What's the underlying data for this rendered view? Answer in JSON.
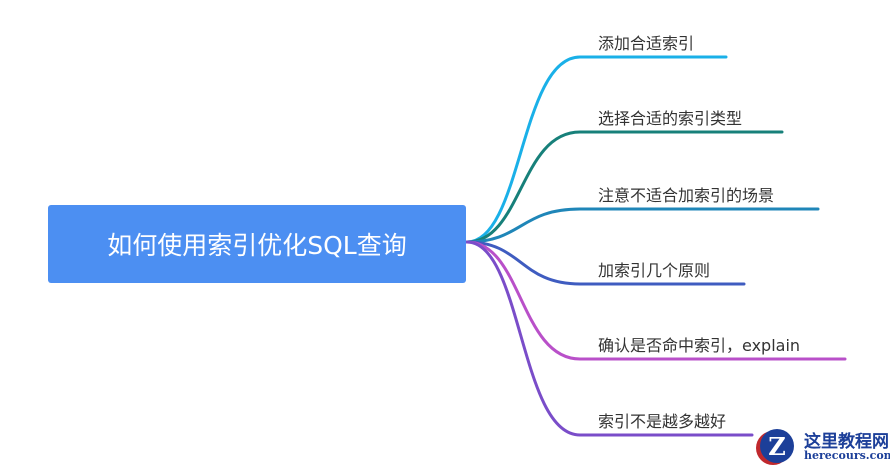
{
  "root": {
    "label": "如何使用索引优化SQL查询",
    "color": "#4c8ff2"
  },
  "branches": [
    {
      "label": "添加合适索引",
      "color": "#1ab0e8"
    },
    {
      "label": "选择合适的索引类型",
      "color": "#17807a"
    },
    {
      "label": "注意不适合加索引的场景",
      "color": "#1f86b8"
    },
    {
      "label": "加索引几个原则",
      "color": "#3f5cc0"
    },
    {
      "label": "确认是否命中索引，explain",
      "color": "#b950c9"
    },
    {
      "label": "索引不是越多越好",
      "color": "#7a4dc9"
    }
  ],
  "watermark": {
    "logo_letter": "Z",
    "title": "这里教程网",
    "domain": "herecours.com"
  }
}
